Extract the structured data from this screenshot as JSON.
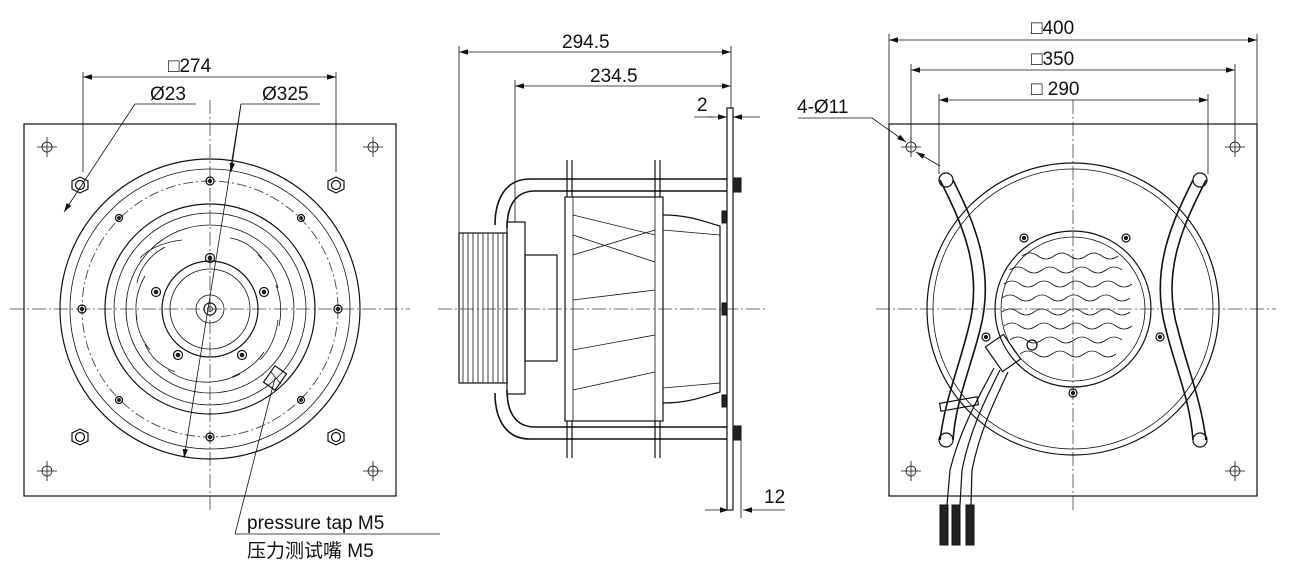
{
  "front_view": {
    "dim_square": "□274",
    "dim_tap_diameter": "Ø23",
    "dim_pcd": "Ø325",
    "note_en": "pressure tap M5",
    "note_cn": "压力测试嘴 M5"
  },
  "side_view": {
    "dim_total_depth": "294.5",
    "dim_body_depth": "234.5",
    "dim_plate_thickness": "2",
    "dim_stud_length": "12"
  },
  "rear_view": {
    "dim_plate_square": "□400",
    "dim_hole_square": "□350",
    "dim_stud_square": "□ 290",
    "dim_holes": "4-Ø11"
  }
}
